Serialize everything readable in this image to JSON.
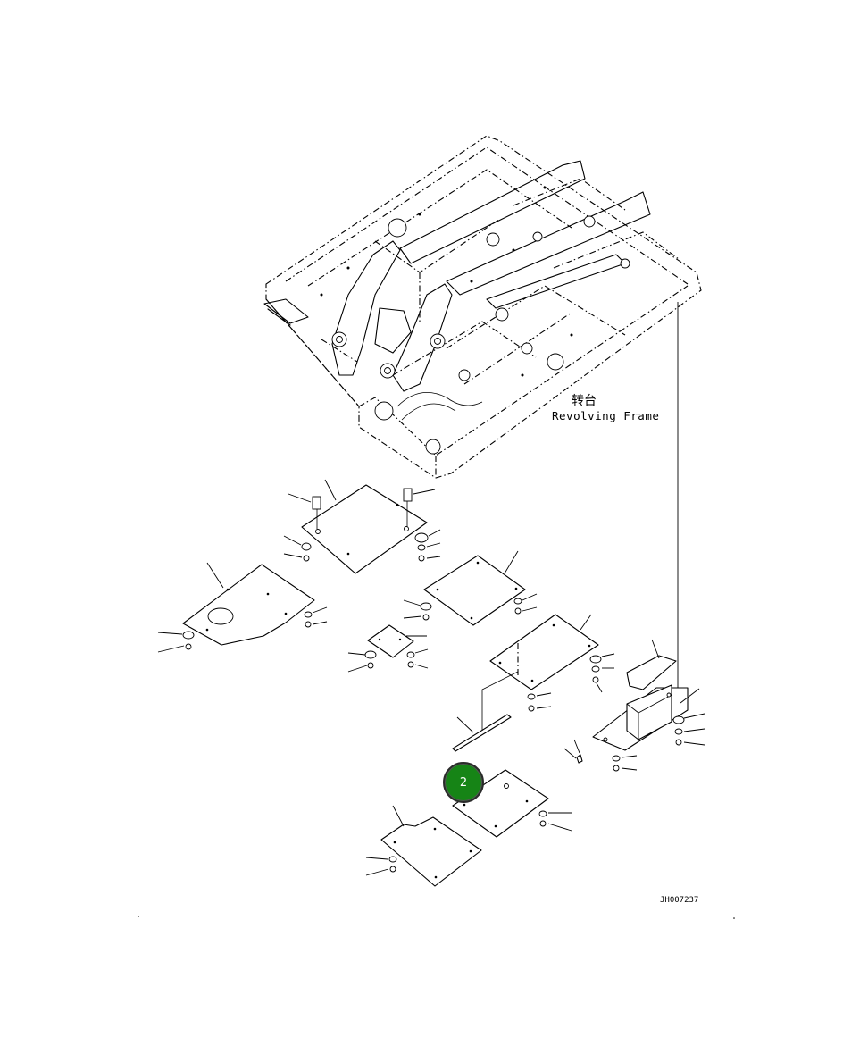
{
  "diagram": {
    "frame_label_cn": "转台",
    "frame_label_en": "Revolving Frame",
    "drawing_number": "JH007237",
    "callout_number": "2"
  }
}
